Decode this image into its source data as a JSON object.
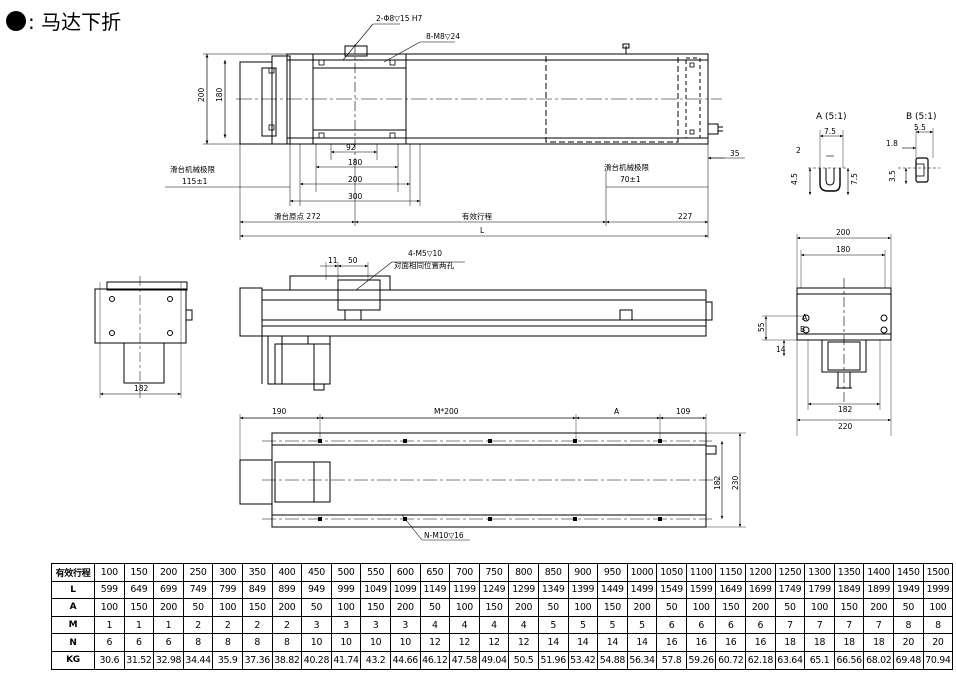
{
  "title": {
    "text": ": 马达下折",
    "icon": "filled-circle-icon"
  },
  "labels": {
    "holes_top": "2-Φ8▽15 H7",
    "holes_m8": "8-M8▽24",
    "dim_200": "200",
    "dim_180": "180",
    "dim_92": "92",
    "dim_180b": "180",
    "dim_200b": "200",
    "dim_300": "300",
    "dim_35": "35",
    "limit_left": "滑台机械极限",
    "limit_left_val": "115±1",
    "limit_right": "滑台机械极限",
    "limit_right_val": "70±1",
    "origin": "滑台原点 272",
    "stroke": "有效行程",
    "dim_227": "227",
    "dim_L": "L",
    "detail_a": "A (5:1)",
    "detail_b": "B (5:1)",
    "a_75": "7.5",
    "a_2": "2",
    "a_45": "4.5",
    "a_75v": "7.5",
    "b_55": "5.5",
    "b_18": "1.8",
    "b_35": "3.5",
    "end_200": "200",
    "end_180": "180",
    "end_55": "55",
    "end_14": "14",
    "end_182": "182",
    "end_220": "220",
    "end_A": "A",
    "end_B": "B",
    "m5_holes": "4-M5▽10",
    "m5_note": "对面相同位置两孔",
    "side_11": "11",
    "side_50": "50",
    "plate_182": "182",
    "bot_190": "190",
    "bot_m200": "M*200",
    "bot_A": "A",
    "bot_109": "109",
    "bot_182": "182",
    "bot_230": "230",
    "bot_n": "N-M10▽16"
  },
  "table": {
    "rows": [
      {
        "header": "有效行程",
        "values": [
          "100",
          "150",
          "200",
          "250",
          "300",
          "350",
          "400",
          "450",
          "500",
          "550",
          "600",
          "650",
          "700",
          "750",
          "800",
          "850",
          "900",
          "950",
          "1000",
          "1050",
          "1100",
          "1150",
          "1200",
          "1250",
          "1300",
          "1350",
          "1400",
          "1450",
          "1500"
        ]
      },
      {
        "header": "L",
        "values": [
          "599",
          "649",
          "699",
          "749",
          "799",
          "849",
          "899",
          "949",
          "999",
          "1049",
          "1099",
          "1149",
          "1199",
          "1249",
          "1299",
          "1349",
          "1399",
          "1449",
          "1499",
          "1549",
          "1599",
          "1649",
          "1699",
          "1749",
          "1799",
          "1849",
          "1899",
          "1949",
          "1999"
        ]
      },
      {
        "header": "A",
        "values": [
          "100",
          "150",
          "200",
          "50",
          "100",
          "150",
          "200",
          "50",
          "100",
          "150",
          "200",
          "50",
          "100",
          "150",
          "200",
          "50",
          "100",
          "150",
          "200",
          "50",
          "100",
          "150",
          "200",
          "50",
          "100",
          "150",
          "200",
          "50",
          "100"
        ]
      },
      {
        "header": "M",
        "values": [
          "1",
          "1",
          "1",
          "2",
          "2",
          "2",
          "2",
          "3",
          "3",
          "3",
          "3",
          "4",
          "4",
          "4",
          "4",
          "5",
          "5",
          "5",
          "5",
          "6",
          "6",
          "6",
          "6",
          "7",
          "7",
          "7",
          "7",
          "8",
          "8"
        ]
      },
      {
        "header": "N",
        "values": [
          "6",
          "6",
          "6",
          "8",
          "8",
          "8",
          "8",
          "10",
          "10",
          "10",
          "10",
          "12",
          "12",
          "12",
          "12",
          "14",
          "14",
          "14",
          "14",
          "16",
          "16",
          "16",
          "16",
          "18",
          "18",
          "18",
          "18",
          "20",
          "20"
        ]
      },
      {
        "header": "KG",
        "values": [
          "30.6",
          "31.52",
          "32.98",
          "34.44",
          "35.9",
          "37.36",
          "38.82",
          "40.28",
          "41.74",
          "43.2",
          "44.66",
          "46.12",
          "47.58",
          "49.04",
          "50.5",
          "51.96",
          "53.42",
          "54.88",
          "56.34",
          "57.8",
          "59.26",
          "60.72",
          "62.18",
          "63.64",
          "65.1",
          "66.56",
          "68.02",
          "69.48",
          "70.94"
        ]
      }
    ]
  }
}
